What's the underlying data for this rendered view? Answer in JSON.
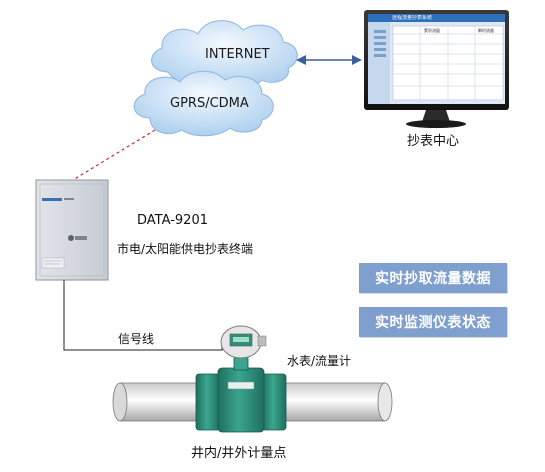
{
  "cloud": {
    "internet": "INTERNET",
    "gprs": "GPRS/CDMA"
  },
  "monitor": {
    "caption": "抄表中心",
    "screen_title": "远程流量抄表系统",
    "headers": [
      "累积流量",
      "瞬时流量"
    ]
  },
  "terminal": {
    "model": "DATA-9201",
    "desc": "市电/太阳能供电抄表终端"
  },
  "features": [
    "实时抄取流量数据",
    "实时监测仪表状态"
  ],
  "signal_label": "信号线",
  "meter_label": "水表/流量计",
  "point_label": "井内/井外计量点",
  "colors": {
    "feature_bg": "#7f9fcf",
    "meter_green": "#2f8f7c",
    "cloud_blue": "#bcd8f0",
    "signal_red": "#cc2a2a"
  }
}
